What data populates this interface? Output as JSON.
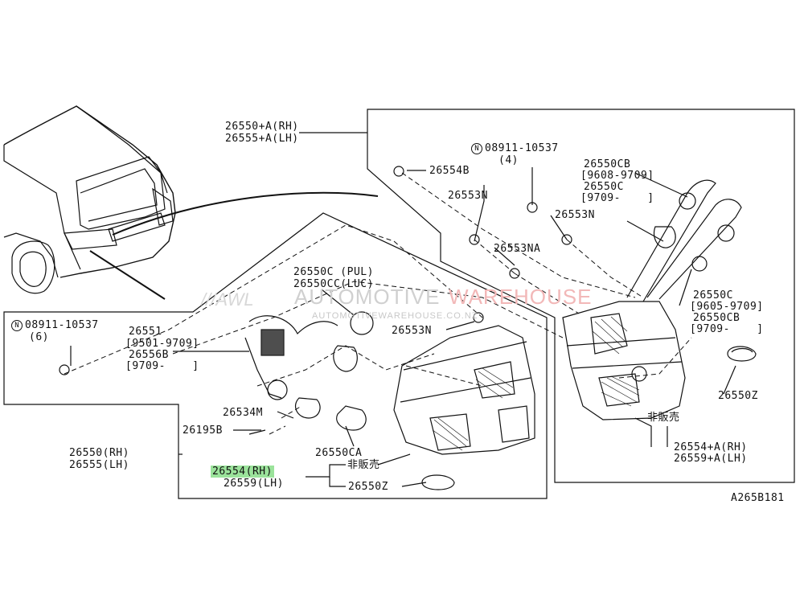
{
  "watermark": {
    "logo": "///AWL",
    "word1": "AUTOMOTIVE",
    "word2": "WAREHOUSE",
    "url": "AUTOMOTIVEWAREHOUSE.CO.NZ"
  },
  "labels": {
    "outer_rh": "26550+A(RH)",
    "outer_lh": "26555+A(LH)",
    "n_symbol": "N",
    "nut_top_num": "08911-10537",
    "nut_top_qty": "(4)",
    "p26554b": "26554B",
    "p26553n_a": "26553N",
    "p26553n_b": "26553N",
    "p26553na": "26553NA",
    "p26550cb_top": "26550CB",
    "range_a": "[9608-9709]",
    "p26550c_top": "26550C",
    "range_b": "[9709-    ]",
    "p26550c_pul": "26550C (PUL)",
    "p26550cc_luc": "26550CC(LUC)",
    "nut_left_num": "08911-10537",
    "nut_left_qty": "(6)",
    "p26553n_c": "26553N",
    "p26551": "26551",
    "range_c": "[9501-9709]",
    "p26556b": "26556B",
    "range_d": "[9709-    ]",
    "p26550c_right": "26550C",
    "range_e": "[9605-9709]",
    "p26550cb_right": "26550CB",
    "range_f": "[9709-    ]",
    "p26534m": "26534M",
    "p26195b": "26195B",
    "p26550z_right": "26550Z",
    "not_for_sale_right": "非販売",
    "p26550ca": "26550CA",
    "inner_rh": "26550(RH)",
    "inner_lh": "26555(LH)",
    "highlight_rh": "26554(RH)",
    "not_for_sale_left": "非販売",
    "lens_lh": "26559(LH)",
    "p26550z_bottom": "26550Z",
    "inner_lens_rh": "26554+A(RH)",
    "inner_lens_lh": "26559+A(LH)",
    "diagram_code": "A265B181"
  },
  "colors": {
    "line": "#111111",
    "highlight": "#9be39b",
    "watermark_gray": "#d0d0d0",
    "watermark_red": "#f2b8b8"
  }
}
